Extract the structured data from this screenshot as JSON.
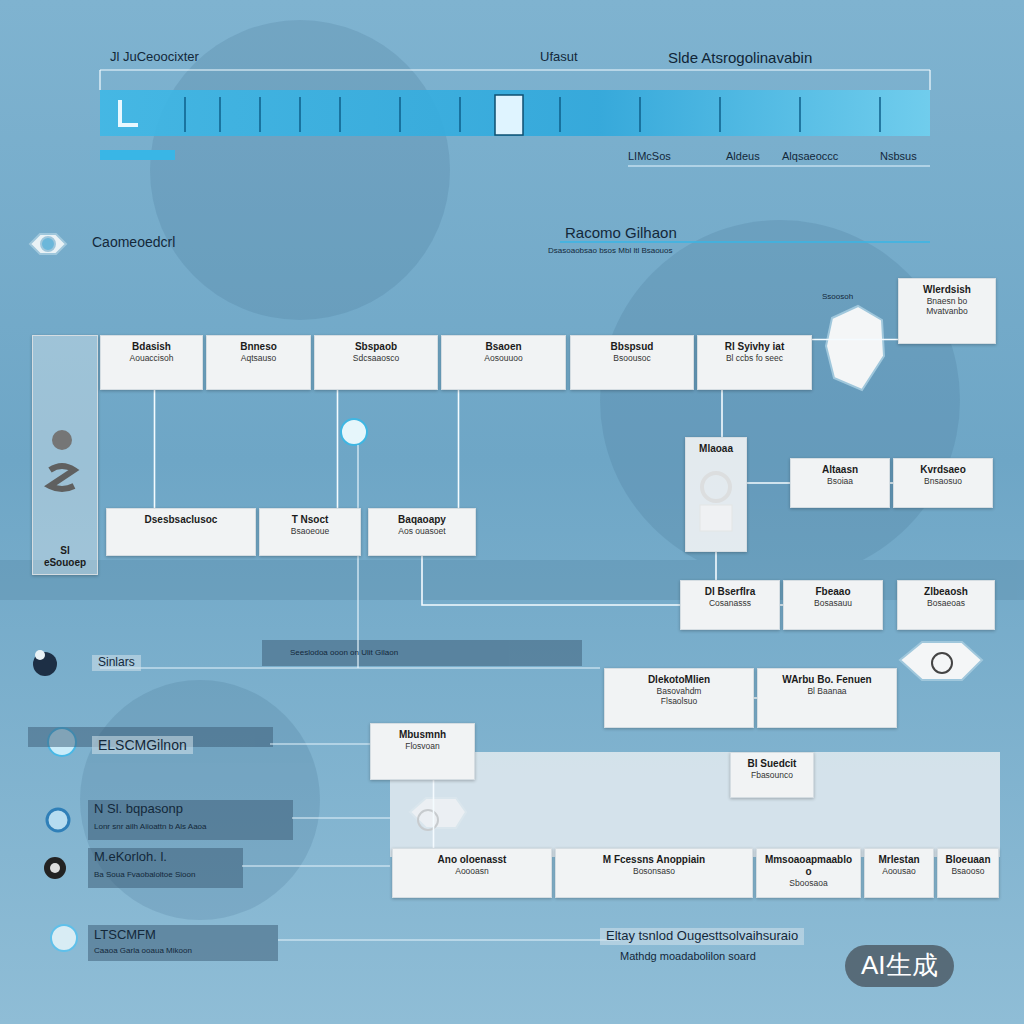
{
  "diagram": {
    "title": "Slde Atsrogolinavabin",
    "nodes": [
      {
        "text": [
          "Sl eSouoep"
        ]
      },
      {
        "text": [
          "Bdasish",
          "Aouaccisoh"
        ]
      },
      {
        "text": [
          "Bnneso",
          "Aqtsauso"
        ]
      },
      {
        "text": [
          "Sbspaob",
          "Sdcsaaosco"
        ]
      },
      {
        "text": [
          "Bsaoen",
          "Aosouuoo"
        ]
      },
      {
        "text": [
          "Bbspsud",
          "Bsoousoc"
        ]
      },
      {
        "text": [
          "Rl Syivhy iat",
          "Bl ccbs fo seec"
        ]
      },
      {
        "text": [
          "Wlerdsish",
          "Bnaesn bo",
          "Mvatvanbo"
        ]
      },
      {
        "text": [
          "Dsesbsaclusoc"
        ]
      },
      {
        "text": [
          "T Nsoct",
          "Bsaoeoue"
        ]
      },
      {
        "text": [
          "Baqaoapy",
          "Aos ouasoet"
        ]
      },
      {
        "text": [
          "Mlaoaa"
        ]
      },
      {
        "text": [
          "Altaasn",
          "Bsoiaa"
        ]
      },
      {
        "text": [
          "Kvrdsaeo",
          "Bnsaosuo"
        ]
      },
      {
        "text": [
          "Dl Bserflra",
          "Cosanasss"
        ]
      },
      {
        "text": [
          "Fbeaao",
          "Bosasauu"
        ]
      },
      {
        "text": [
          "Zlbeaosh",
          "Bosaeoas"
        ]
      },
      {
        "text": [
          "DlekotoMlien",
          "Basovahdm",
          "Flsaolsuo"
        ]
      },
      {
        "text": [
          "WArbu Bo. Fenuen",
          "Bl Baanaa"
        ]
      },
      {
        "text": [
          "Mbusmnh",
          "Flosvoan"
        ]
      },
      {
        "text": [
          "Bl Suedcit",
          "Fbasounco"
        ]
      },
      {
        "text": [
          "Ano oloenasst",
          "Aoooasn"
        ]
      },
      {
        "text": [
          "M Fcessns Anoppiain",
          "Bosonsaso"
        ]
      },
      {
        "text": [
          "Mmsoaoapmaabloo",
          "Sboosaoa"
        ]
      },
      {
        "text": [
          "Mrlestan",
          "Aoousao"
        ]
      },
      {
        "text": [
          "Bloeuaan",
          "Bsaooso"
        ]
      }
    ],
    "edges": [
      {
        "from": 1,
        "to": 8,
        "arrow": "none"
      },
      {
        "from": 3,
        "to": 9,
        "arrow": "none"
      },
      {
        "from": 4,
        "to": 10,
        "arrow": "none"
      },
      {
        "from": 6,
        "to": 11,
        "arrow": "none"
      },
      {
        "from": 11,
        "to": 12,
        "arrow": "none"
      },
      {
        "from": 12,
        "to": 13,
        "arrow": "none"
      },
      {
        "from": 11,
        "to": 14,
        "arrow": "none"
      },
      {
        "from": 14,
        "to": 15,
        "arrow": "none"
      },
      {
        "from": 10,
        "to": 14,
        "arrow": "none"
      },
      {
        "from": 17,
        "to": 18,
        "arrow": "none"
      },
      {
        "from": 19,
        "to": 21,
        "arrow": "none"
      },
      {
        "from": 7,
        "to": 6,
        "arrow": "none"
      }
    ],
    "labels": [
      "Jl JuCeoocixter",
      "Ufasut",
      "LIMcSos",
      "Aldeus",
      "Alqsaeoccc",
      "Nsbsus",
      "Caomeoedcrl",
      "Racomo Gilhaon",
      "Dsasoaobsao bsos Mbl ltl Bsaouos",
      "Ssoosoh",
      "Sinlars",
      "Seeslodoa ooon on Ulit Gilaon",
      "ELSCMGilnon",
      "N Sl. bqpasonp",
      "Lonr snr ailh Aiioattn b Als Aaoa",
      "M.eKorloh. l.",
      "Ba Soua Fvaobaloltoe Sioon",
      "LTSCMFM",
      "Caaoa Garla ooaua Mikoon",
      "Eltay tsnlod Ougesttsolvaihsuraio",
      "Mathdg moadabolilon soard",
      "AI生成"
    ]
  }
}
